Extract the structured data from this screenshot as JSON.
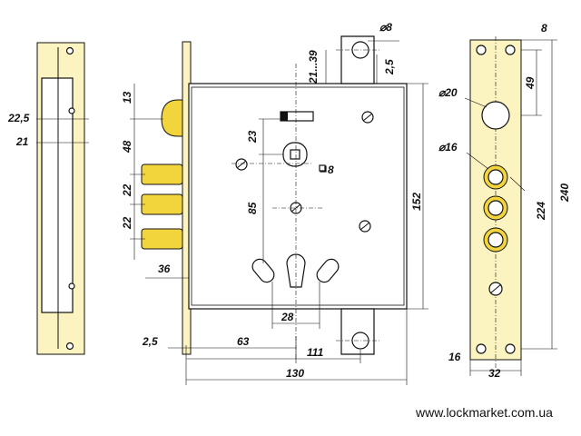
{
  "dimensions": {
    "d_8_top": "⌀8",
    "d_21_39": "21...39",
    "d_2_5_top": "2,5",
    "d_13": "13",
    "d_22_5": "22,5",
    "d_21": "21",
    "d_48": "48",
    "d_23": "23",
    "d_sq8": "8",
    "d_22a": "22",
    "d_22b": "22",
    "d_85": "85",
    "d_152": "152",
    "d_36": "36",
    "d_28": "28",
    "d_2_5_bottom": "2,5",
    "d_63": "63",
    "d_111": "111",
    "d_130": "130",
    "d_8_right": "8",
    "d_49": "49",
    "d_dia20": "⌀20",
    "d_dia16": "⌀16",
    "d_224": "224",
    "d_240": "240",
    "d_16": "16",
    "d_32": "32"
  },
  "website": "www.lockmarket.com.ua",
  "colors": {
    "brass": "#f2d53c",
    "cream": "#fbf3c0",
    "line": "#111111"
  }
}
